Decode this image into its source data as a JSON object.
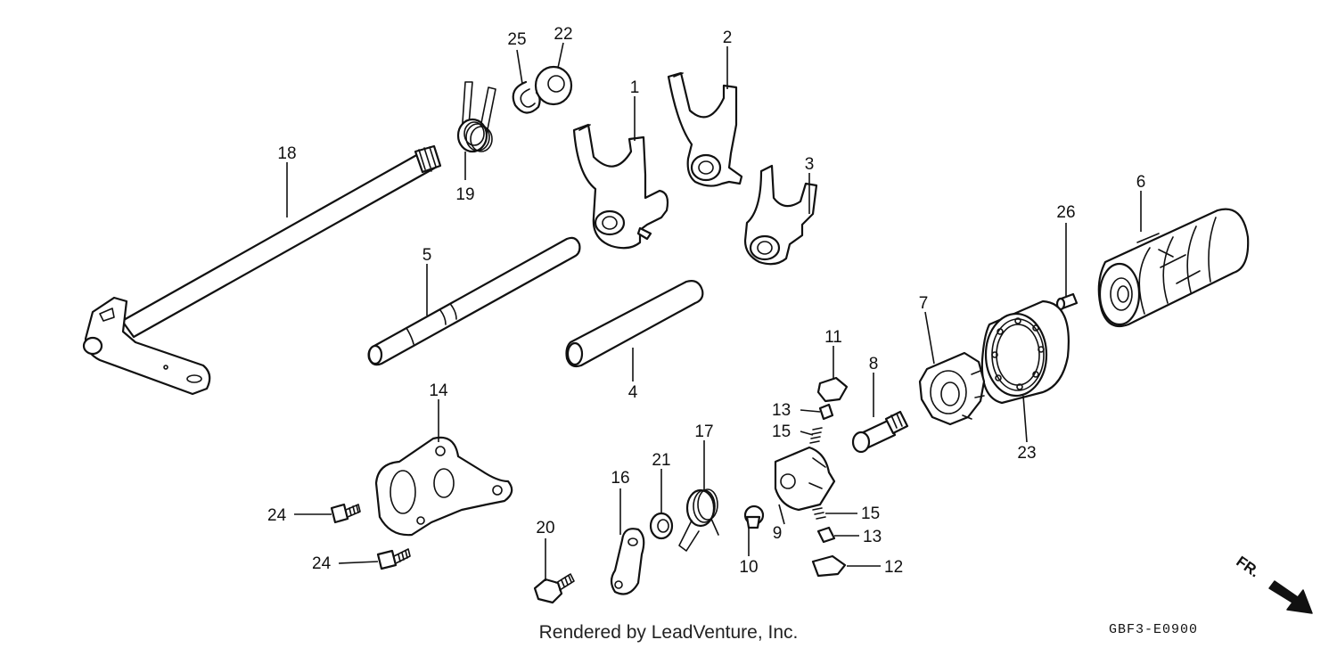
{
  "diagram": {
    "callouts": [
      "1",
      "2",
      "3",
      "4",
      "5",
      "6",
      "7",
      "8",
      "9",
      "10",
      "11",
      "12",
      "13",
      "13",
      "14",
      "15",
      "15",
      "16",
      "17",
      "18",
      "19",
      "20",
      "21",
      "22",
      "23",
      "24",
      "24",
      "25",
      "26"
    ]
  },
  "footer": {
    "credit": "Rendered by LeadVenture, Inc.",
    "code": "GBF3-E0900",
    "direction": "FR."
  }
}
